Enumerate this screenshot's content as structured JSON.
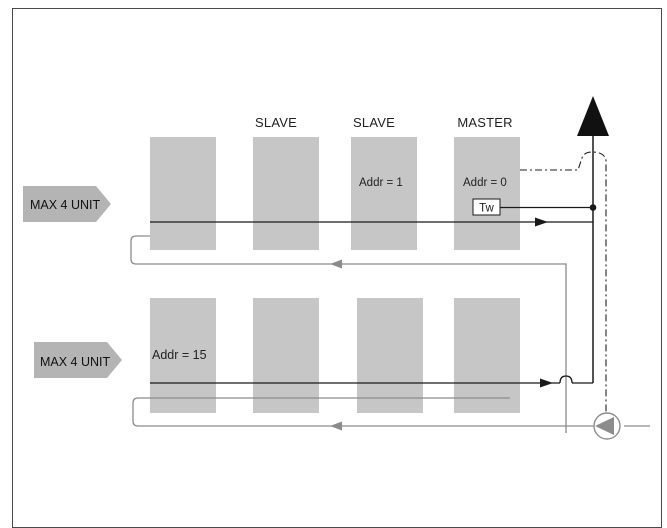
{
  "top_row": {
    "col_labels": [
      "SLAVE",
      "SLAVE",
      "MASTER"
    ],
    "arrow_label": "MAX 4 UNIT",
    "addr_slave": "Addr = 1",
    "addr_master": "Addr = 0",
    "sensor": "Tw"
  },
  "bottom_row": {
    "arrow_label": "MAX 4 UNIT",
    "addr_first": "Addr = 15"
  },
  "colors": {
    "unit_fill": "#c6c6c6",
    "line_dark": "#1a1a1a",
    "line_gray": "#8c8c8c",
    "arrow_fill": "#b4b4b4"
  }
}
